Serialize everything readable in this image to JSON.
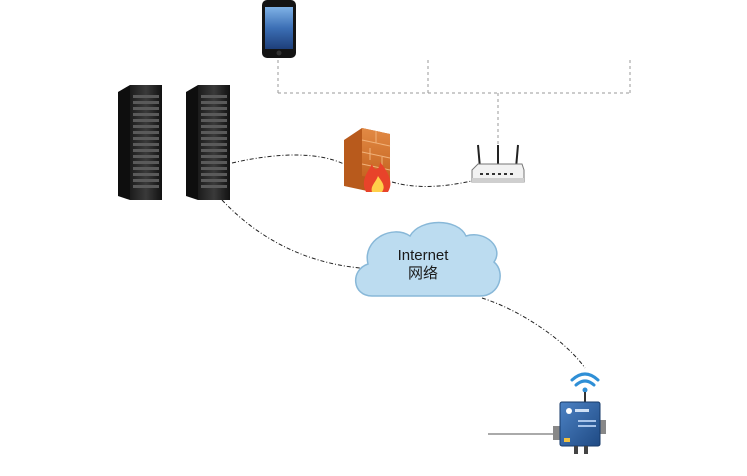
{
  "diagram": {
    "cloud": {
      "line1": "Internet",
      "line2": "网络"
    },
    "nodes": [
      {
        "id": "server-rack-1",
        "icon": "server-rack-icon"
      },
      {
        "id": "server-rack-2",
        "icon": "server-rack-icon"
      },
      {
        "id": "smartphone",
        "icon": "smartphone-icon"
      },
      {
        "id": "firewall",
        "icon": "firewall-icon"
      },
      {
        "id": "wifi-router",
        "icon": "router-icon"
      },
      {
        "id": "cloud",
        "icon": "cloud-icon"
      },
      {
        "id": "wifi-signal",
        "icon": "wifi-signal-icon"
      },
      {
        "id": "serial-device",
        "icon": "iot-device-icon"
      }
    ],
    "colors": {
      "cloud_fill": "#bcdcf0",
      "cloud_stroke": "#88b8d8",
      "firewall_brick": "#d9762e",
      "flame": "#e8432a",
      "wifi": "#2f8fd6",
      "device_blue": "#2c5f9e",
      "connector": "#222222",
      "dashed_tree": "#999999"
    }
  }
}
